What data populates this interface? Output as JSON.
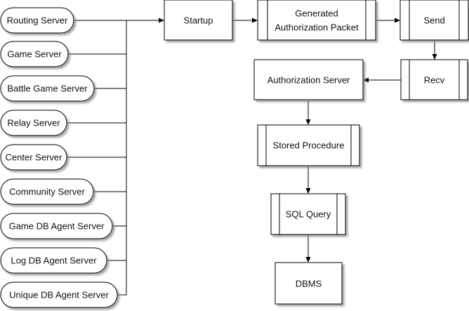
{
  "servers": [
    {
      "label": "Routing Server"
    },
    {
      "label": "Game Server"
    },
    {
      "label": "Battle Game Server"
    },
    {
      "label": "Relay Server"
    },
    {
      "label": "Center Server"
    },
    {
      "label": "Community Server"
    },
    {
      "label": "Game DB Agent Server"
    },
    {
      "label": "Log DB Agent Server"
    },
    {
      "label": "Unique DB Agent Server"
    }
  ],
  "steps": {
    "startup": {
      "label": "Startup"
    },
    "generated": {
      "lines": [
        "Generated",
        "Authorization Packet"
      ]
    },
    "send": {
      "label": "Send"
    },
    "recv": {
      "label": "Recv"
    },
    "auth_server": {
      "label": "Authorization Server"
    },
    "stored_procedure": {
      "label": "Stored Procedure"
    },
    "sql_query": {
      "label": "SQL Query"
    },
    "dbms": {
      "label": "DBMS"
    }
  }
}
